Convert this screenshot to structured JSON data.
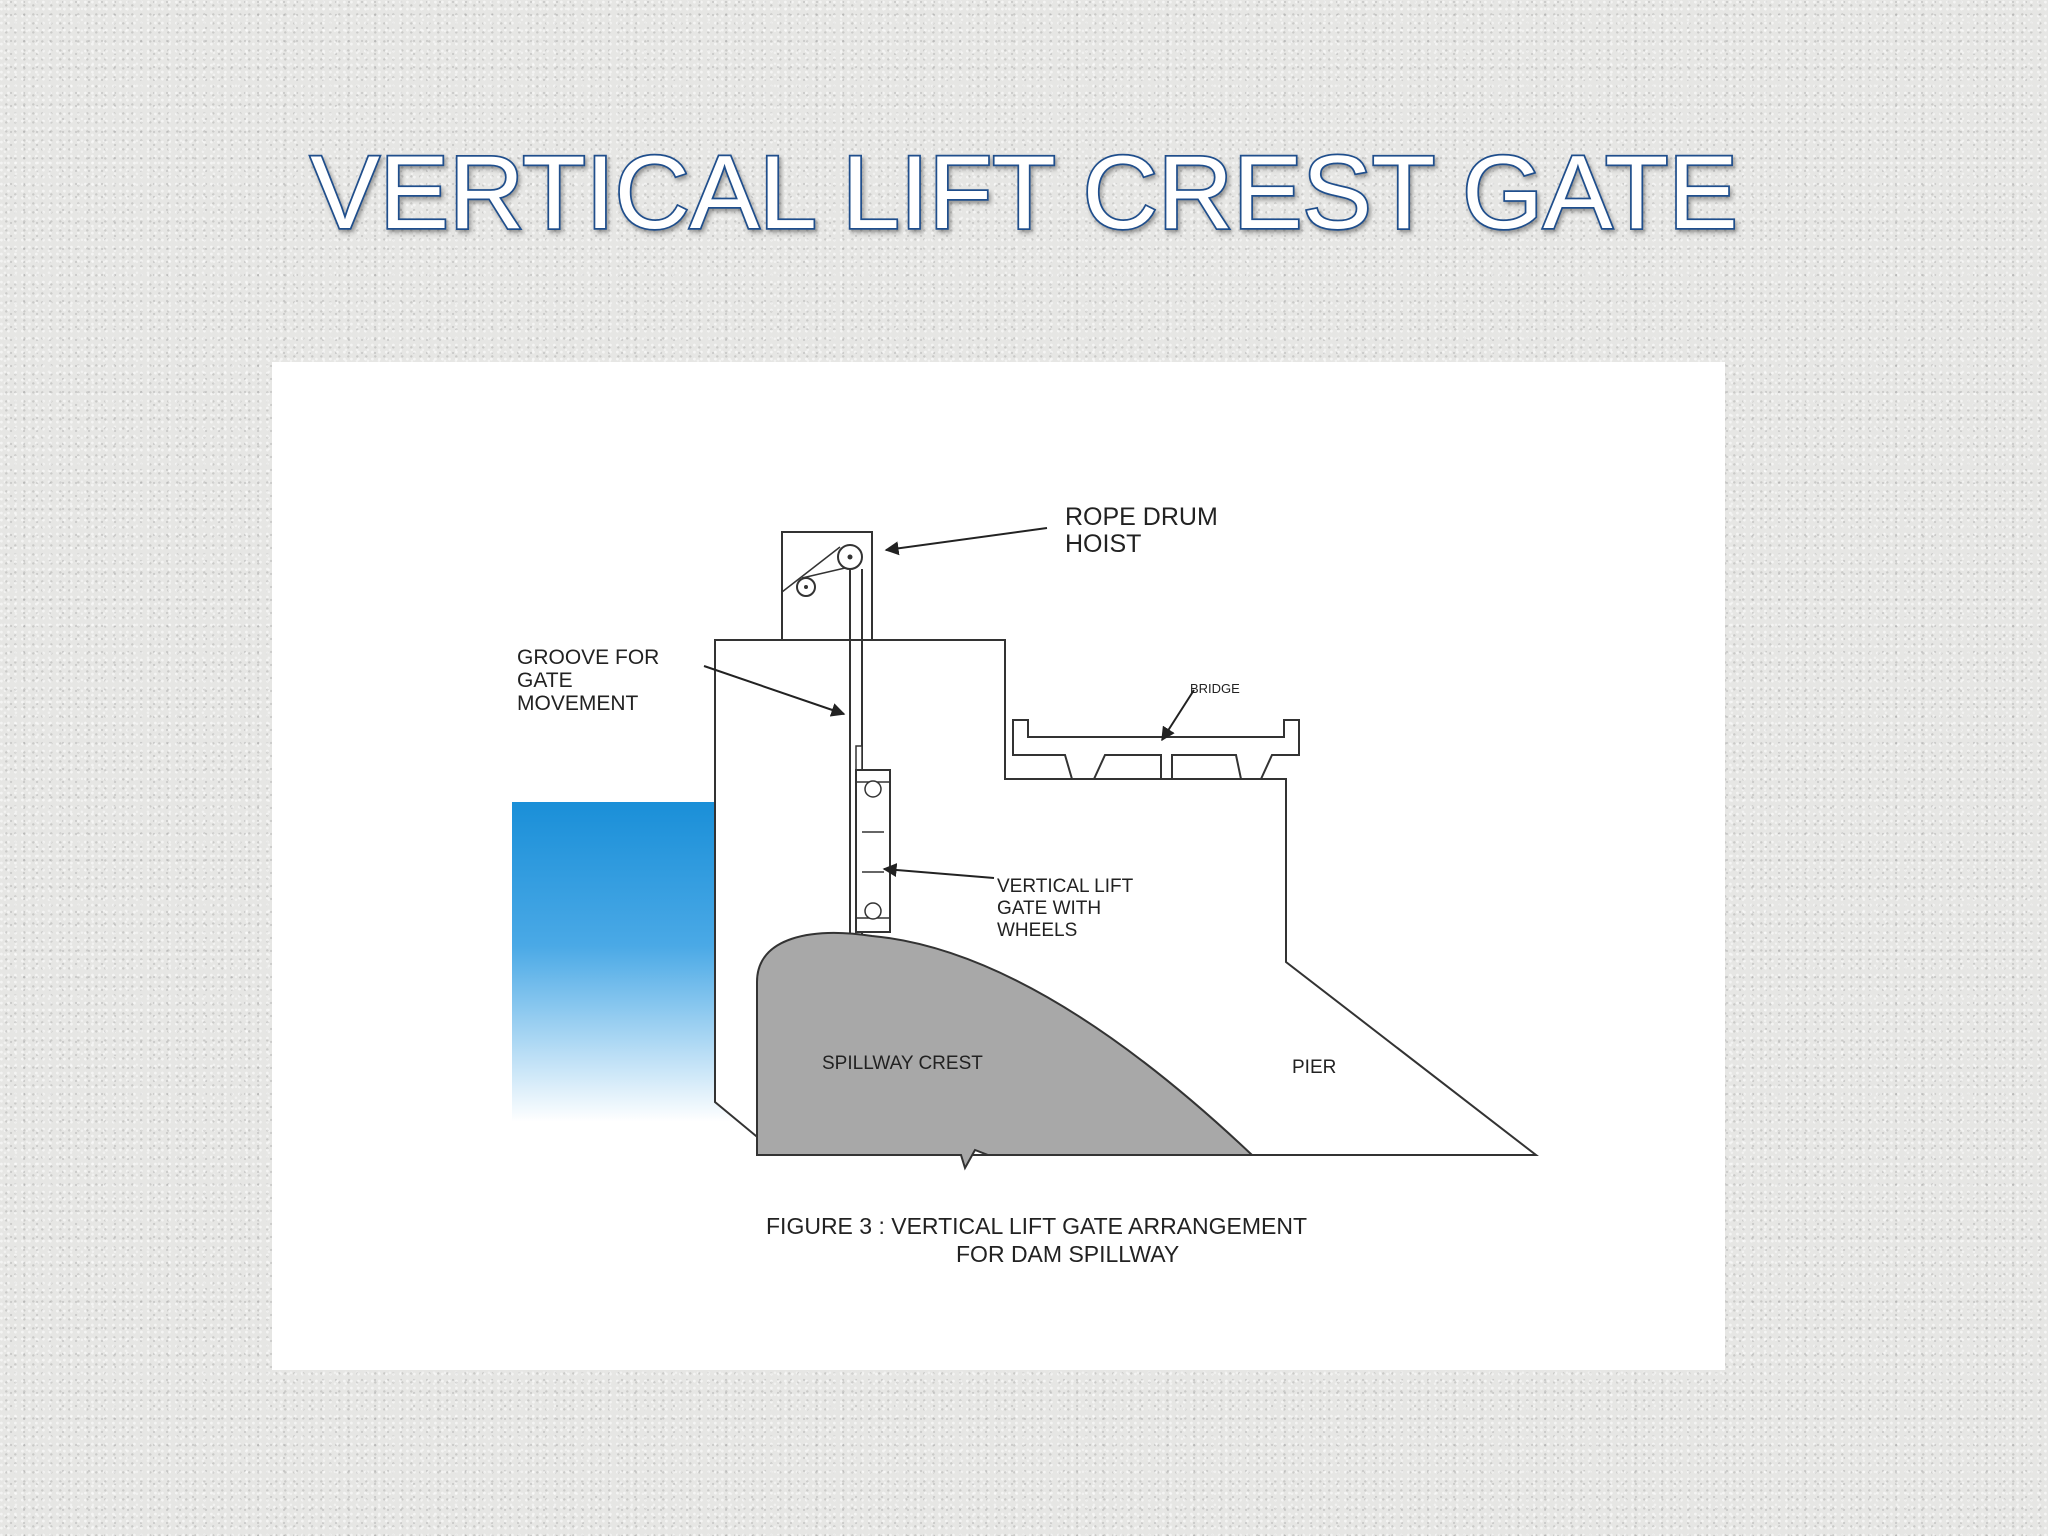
{
  "slide": {
    "title": "VERTICAL LIFT CREST GATE"
  },
  "diagram": {
    "labels": {
      "rope_drum_hoist_1": "ROPE DRUM",
      "rope_drum_hoist_2": "HOIST",
      "groove_1": "GROOVE FOR",
      "groove_2": "GATE",
      "groove_3": "MOVEMENT",
      "bridge": "BRIDGE",
      "gate_1": "VERTICAL LIFT",
      "gate_2": "GATE WITH",
      "gate_3": "WHEELS",
      "spillway_crest": "SPILLWAY CREST",
      "pier": "PIER"
    },
    "caption": {
      "line1": "FIGURE 3 : VERTICAL LIFT GATE ARRANGEMENT",
      "line2": "FOR DAM SPILLWAY"
    },
    "colors": {
      "water": "#1a8fd8",
      "crest": "#a8a8a8",
      "title_fill": "#ffffff",
      "title_stroke": "#1f4e8c"
    }
  }
}
